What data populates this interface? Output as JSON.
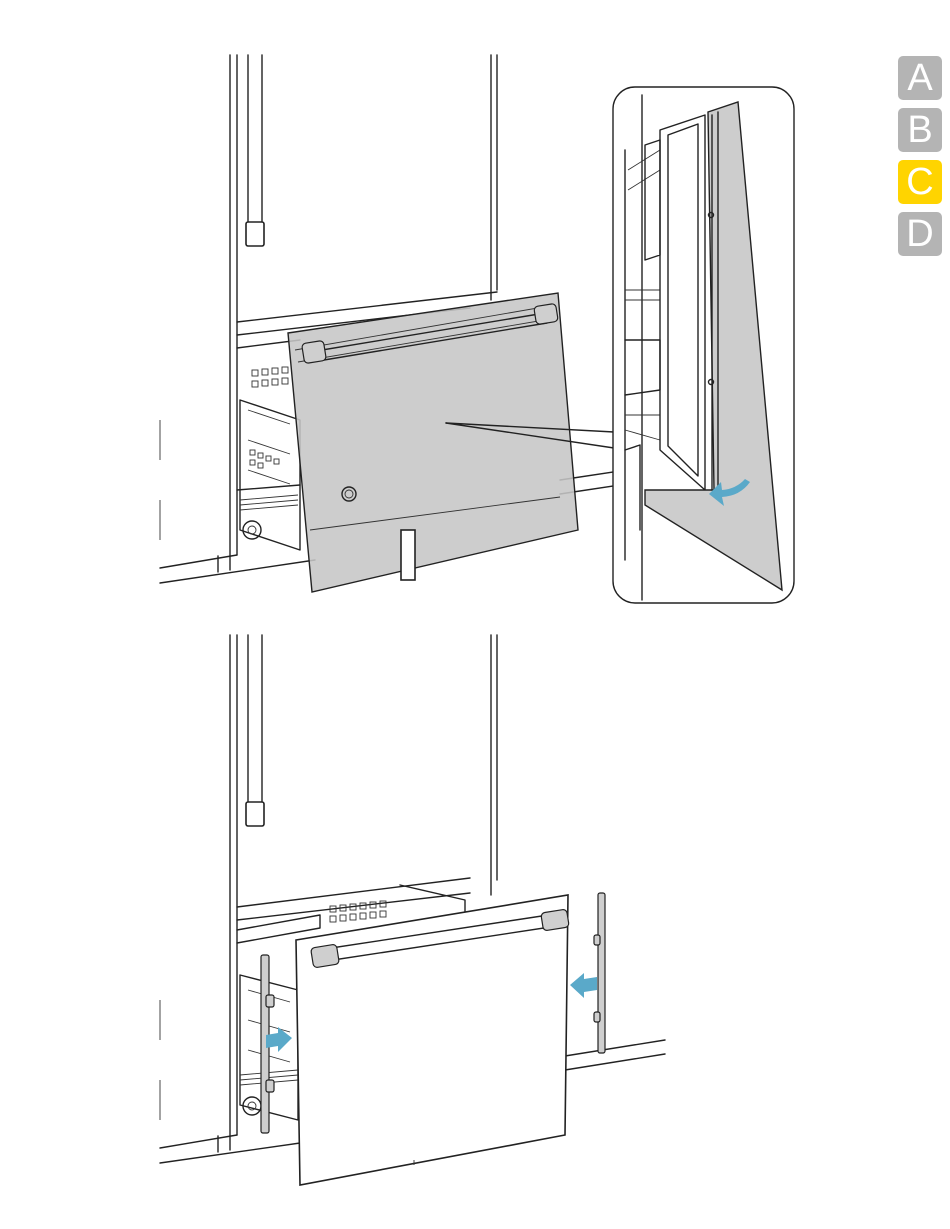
{
  "step_tabs": [
    {
      "label": "A",
      "active": false
    },
    {
      "label": "B",
      "active": false
    },
    {
      "label": "C",
      "active": true
    },
    {
      "label": "D",
      "active": false
    }
  ],
  "colors": {
    "tab_inactive": "#b4b4b4",
    "tab_active": "#ffd400",
    "arrow": "#5aa9c9",
    "panel_gray": "#c6c6c6"
  },
  "icons": [
    "curved-arrow-icon",
    "arrow-left-icon",
    "arrow-right-icon"
  ]
}
